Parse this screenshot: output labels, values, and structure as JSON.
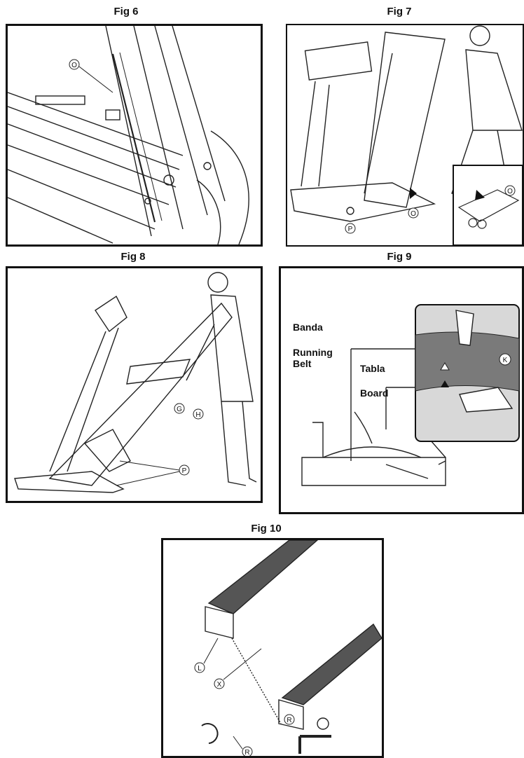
{
  "figures": [
    {
      "id": "fig6",
      "caption": "Fig 6",
      "callouts": [
        "O"
      ]
    },
    {
      "id": "fig7",
      "caption": "Fig 7",
      "callouts": [
        "P",
        "O",
        "O"
      ]
    },
    {
      "id": "fig8",
      "caption": "Fig 8",
      "callouts": [
        "G",
        "H",
        "P"
      ]
    },
    {
      "id": "fig9",
      "caption": "Fig 9",
      "callouts": [
        "K"
      ],
      "labels": {
        "banda": "Banda",
        "running_belt": "Running\nBelt",
        "tabla": "Tabla",
        "board": "Board"
      }
    },
    {
      "id": "fig10",
      "caption": "Fig 10",
      "callouts": [
        "L",
        "X",
        "R",
        "R"
      ]
    }
  ]
}
